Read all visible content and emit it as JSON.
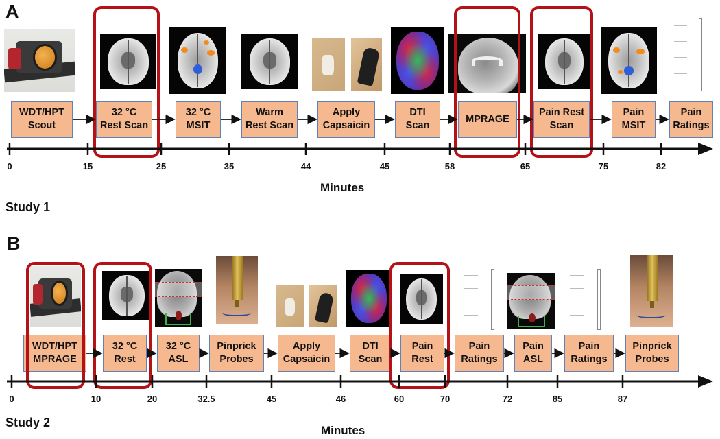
{
  "panels": [
    {
      "letter": "A",
      "study": "Study 1",
      "axis_label": "Minutes",
      "steps": [
        {
          "label": "WDT/HPT\nScout"
        },
        {
          "label": "32 °C\nRest Scan"
        },
        {
          "label": "32 °C\nMSIT"
        },
        {
          "label": "Warm\nRest Scan"
        },
        {
          "label": "Apply\nCapsaicin"
        },
        {
          "label": "DTI\nScan"
        },
        {
          "label": "MPRAGE"
        },
        {
          "label": "Pain Rest\nScan"
        },
        {
          "label": "Pain\nMSIT"
        },
        {
          "label": "Pain\nRatings"
        }
      ],
      "ticks": [
        "0",
        "15",
        "25",
        "35",
        "44",
        "45",
        "58",
        "65",
        "75",
        "82"
      ],
      "thumbnails": [
        "thermode-device-photo",
        "axial-brain-image",
        "msit-activation-map",
        "axial-brain-image",
        "capsaicin-patch-photo",
        "capsaicin-device-photo",
        "dti-color-map",
        "sagittal-mprage-image",
        "axial-brain-image",
        "msit-activation-map",
        "pain-intensity-scale"
      ]
    },
    {
      "letter": "B",
      "study": "Study 2",
      "axis_label": "Minutes",
      "steps": [
        {
          "label": "WDT/HPT\nMPRAGE"
        },
        {
          "label": "32 °C\nRest"
        },
        {
          "label": "32 °C\nASL"
        },
        {
          "label": "Pinprick\nProbes"
        },
        {
          "label": "Apply\nCapsaicin"
        },
        {
          "label": "DTI\nScan"
        },
        {
          "label": "Pain\nRest"
        },
        {
          "label": "Pain\nRatings"
        },
        {
          "label": "Pain\nASL"
        },
        {
          "label": "Pain\nRatings"
        },
        {
          "label": "Pinprick\nProbes"
        }
      ],
      "ticks": [
        "0",
        "10",
        "20",
        "32.5",
        "45",
        "46",
        "60",
        "70",
        "72",
        "85",
        "87"
      ],
      "thumbnails": [
        "thermode-device-photo",
        "axial-brain-image",
        "asl-labeling-image",
        "pinprick-probe-photo",
        "capsaicin-patch-photo",
        "capsaicin-device-photo",
        "dti-color-map",
        "axial-brain-image",
        "pain-intensity-scale",
        "asl-labeling-image",
        "pain-intensity-scale",
        "pinprick-probe-photo"
      ]
    }
  ],
  "colors": {
    "step_fill": "#f6b88f",
    "step_border": "#5f80b9",
    "highlight": "#b31217"
  }
}
